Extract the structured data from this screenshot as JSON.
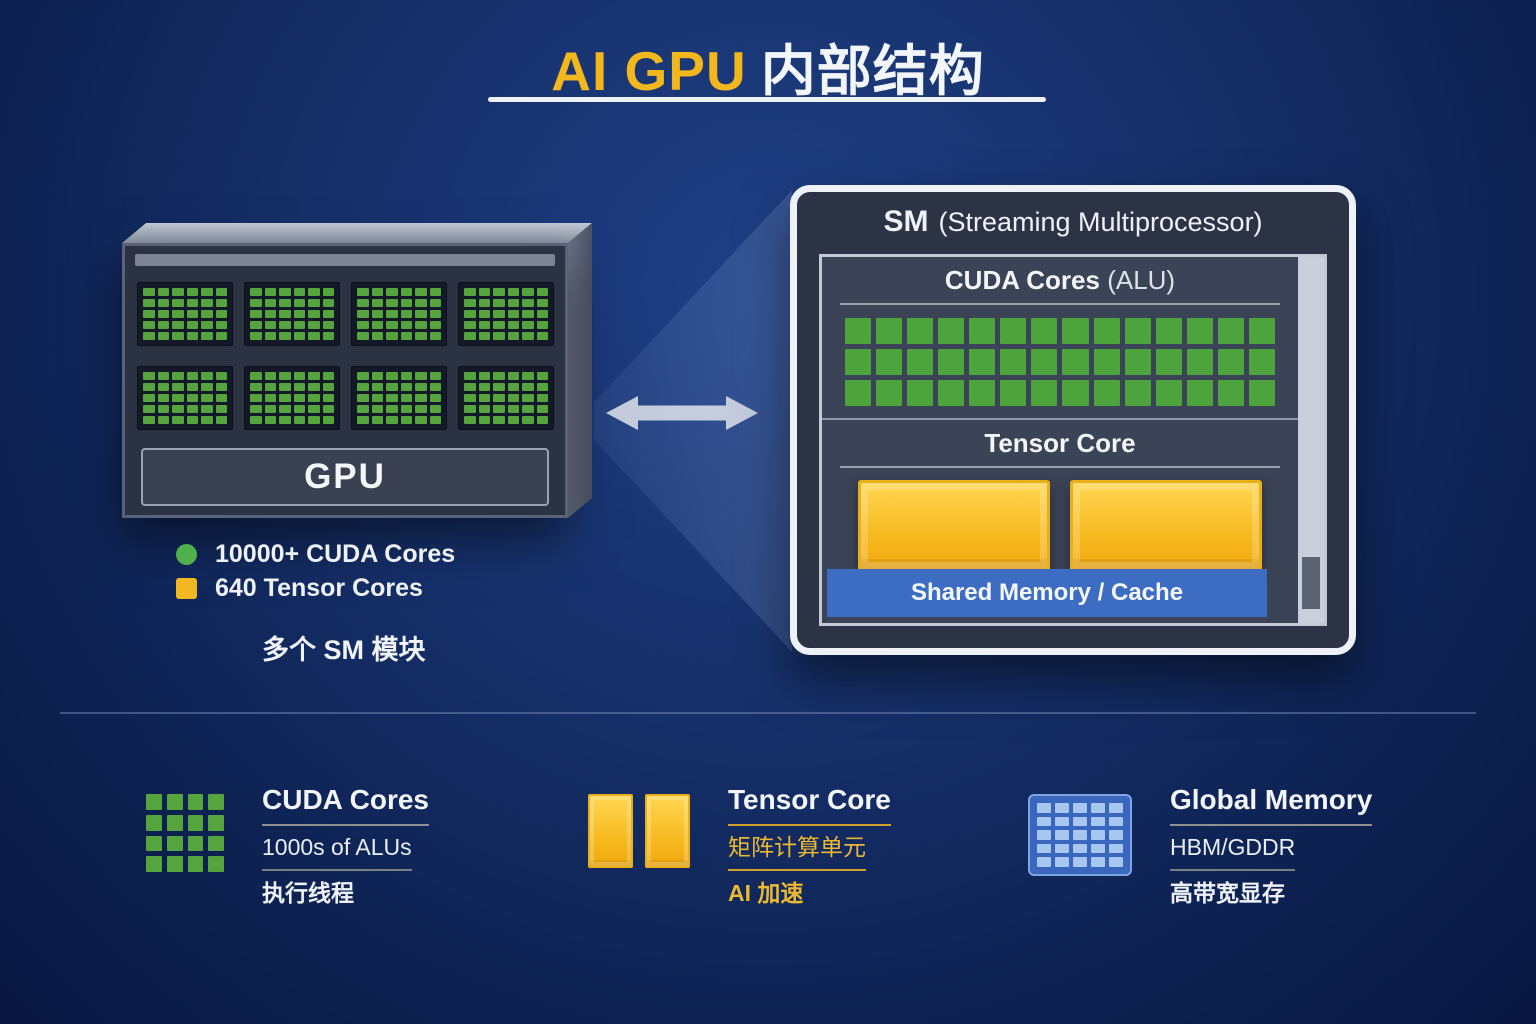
{
  "title": {
    "highlight": "AI GPU",
    "rest": "内部结构"
  },
  "gpu": {
    "label": "GPU",
    "legend_cuda": "10000+ CUDA Cores",
    "legend_tensor": "640 Tensor Cores",
    "caption": "多个 SM 模块"
  },
  "sm": {
    "title_bold": "SM",
    "title_rest": "(Streaming Multiprocessor)",
    "cuda_title": "CUDA Cores",
    "cuda_suffix": "(ALU)",
    "tensor_title": "Tensor Core",
    "shared_label": "Shared Memory / Cache"
  },
  "legend": {
    "items": [
      {
        "icon": "cuda-grid-icon",
        "title": "CUDA Cores",
        "subtitle": "1000s of ALUs",
        "note": "执行线程"
      },
      {
        "icon": "tensor-core-icon",
        "title": "Tensor Core",
        "subtitle": "矩阵计算单元",
        "note": "AI 加速"
      },
      {
        "icon": "memory-grid-icon",
        "title": "Global Memory",
        "subtitle": "HBM/GDDR",
        "note": "高带宽显存"
      }
    ]
  },
  "colors": {
    "accent_gold": "#f3b71e",
    "cuda_green": "#55a43d",
    "tensor_yellow": "#f7bb20",
    "memory_blue": "#3d6dc3",
    "background_navy": "#16306a",
    "panel_slate": "#3b4356"
  }
}
